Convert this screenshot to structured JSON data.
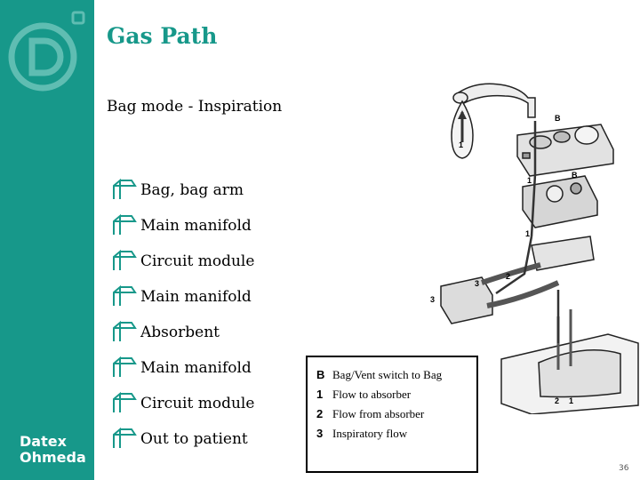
{
  "brand": {
    "line1": "Datex",
    "line2": "Ohmeda"
  },
  "title": "Gas Path",
  "subtitle": "Bag mode - Inspiration",
  "bullets": [
    "Bag, bag arm",
    "Main manifold",
    "Circuit module",
    "Main manifold",
    "Absorbent",
    "Main manifold",
    "Circuit module",
    "Out to patient"
  ],
  "legend": [
    {
      "key": "B",
      "text": "Bag/Vent switch to Bag"
    },
    {
      "key": "1",
      "text": "Flow to absorber"
    },
    {
      "key": "2",
      "text": "Flow from absorber"
    },
    {
      "key": "3",
      "text": "Inspiratory flow"
    }
  ],
  "diagram_labels": {
    "bag": "1",
    "switch_top": "B",
    "switch_mid": "B",
    "manifold_1a": "1",
    "manifold_1b": "1",
    "module_2": "2",
    "module_3a": "3",
    "module_3b": "3",
    "absorber_2": "2",
    "absorber_1": "1"
  },
  "slide_number": "36",
  "colors": {
    "sidebar": "#17988a",
    "title": "#17988a",
    "bullet": "#17988a"
  }
}
